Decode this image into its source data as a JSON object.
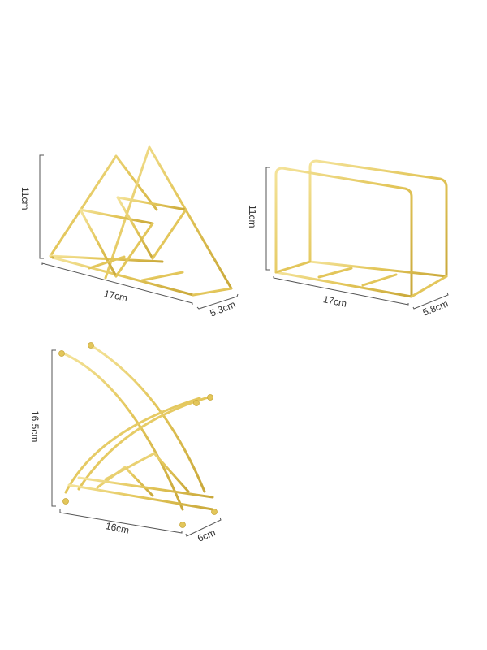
{
  "colors": {
    "gold": "#e3c65a",
    "gold_dark": "#c9a83a",
    "gold_light": "#f4e39a",
    "dim_line": "#555555"
  },
  "products": [
    {
      "name": "triangle-napkin-holder",
      "height": "11cm",
      "width": "17cm",
      "depth": "5.3cm"
    },
    {
      "name": "rectangle-napkin-holder",
      "height": "11cm",
      "width": "17cm",
      "depth": "5.8cm"
    },
    {
      "name": "arc-napkin-holder",
      "height": "16.5cm",
      "width": "16cm",
      "depth": "6cm"
    }
  ]
}
